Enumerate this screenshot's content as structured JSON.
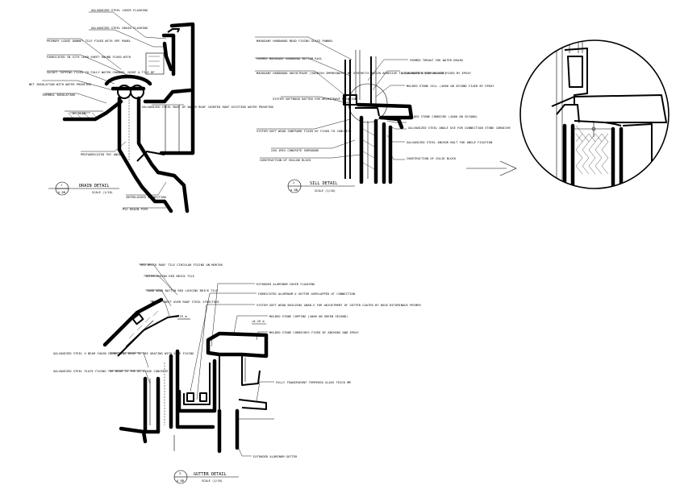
{
  "drain_detail": {
    "title": "DRAIN DETAIL",
    "scale": "SCALE (1/10)",
    "callout_num": "1",
    "callout_ref": "A 8B",
    "labels": [
      "GALVANIZED STEEL COVER FLASHING",
      "GALVANIZED STEEL DRAIN FLASHING",
      "PRIMARY LOOSE DOWNET TILE FIXED WITH SPE PANEL",
      "FABRICATED IN SITE LEAD SHEET ROUND FIXED WITH",
      "SOCKET TOPPING FIXED TO FULLY WATER CHANNEL JOINT & TILE DP",
      "NET INSULATION WITH WATER PROOFING",
      "THERMAL INSULATION",
      "RC SLAB",
      "GALVANIZED STEEL BASE OF WATER ROOF JOINTED ROOF EXISTING WATER PROOFING",
      "PREFABRICATED PVC ANGLE",
      "INTERLOCKED CONNECTION",
      "PVC DRAIN PIPE"
    ]
  },
  "sill_detail": {
    "title": "SILL DETAIL",
    "scale": "SCALE (1/10)",
    "callout_num": "2",
    "callout_ref": "A 8B",
    "labels_left": [
      "MAHOGANY HARDWOOD BEAD FIXING GLASS PANNEL",
      "FORMED MAHOGANY HARDWOOD BOTTOM RAIL",
      "MAHOGANY HARDWOOD ARCHITRAVE (VARNISH IMPREGNATED BY SYNTHETIC-RESIN ADHESIVE TO THE BATTEN (SERVE LESS)",
      "SYSTEM SOFTWOOD BATTEN FOR ARCHITRAVE FIXATION",
      "SYSTEM SOFT WOOD SUBFRAME FIXED BY FIXED TO CONCRETE",
      "240.1MCS CONCRETE SURROUND",
      "CONSTRUCTION OF HOLLOW BLOCK"
    ],
    "labels_right": [
      "FORMED THROAT FOR WATER DRAIN",
      "GALVANIZED STEEL ANCHOR FIXED BY EPOXY",
      "MOLDED STONE SILL (4000 ON SECOND FIXED BY EPOXY",
      "MOLDED STONE CORNICHE (4000 ON SECOND)",
      "GALVANIZED STEEL ANGLE USE FOR CONNECTION STONE CORNICHE",
      "GALVANIZED STEEL ANCHOR BOLT FOR ANGLE FIXATION",
      "CONSTRUCTION OF SOLID BLOCK"
    ]
  },
  "gutter_detail": {
    "title": "GUTTER DETAIL",
    "scale": "SCALE (1/10)",
    "callout_num": "3",
    "callout_ref": "A 8B",
    "labels_left": [
      "RED BRICK ROOF TILE CIRCULAR FIXING ON MORTAR",
      "INTERLOCKING RED BRICK TILE",
      "SAND WOOD BATTEN RED LOCKING BRICK TILE",
      "METAL SHEET OVER ROOF STEEL STRUCTURE",
      "GALVANIZED STEEL U BEAM CHAIN CONNECTING BEAM TO THE GRATING WITH SOME FIXING",
      "GALVANIZED STEEL PLATE FIXING THE BEAM TO THE GP-STAGE CONCRETE"
    ],
    "labels_right": [
      "EXTRUDED ALUMINUM COVER FLASHING",
      "FABRICATED ALUMINUM U GUTTER OVERLAPPED AT CONNECTION",
      "SYSTEM SOFT WOOD BUILDING GWAB-S FOR ADJUSTMENT OF GUTTER COATED BY BASE BITUMINOUS PRIMER",
      "MOLDED STONE COPPING (4000 ON GREEN SECOND)",
      "MOLDED STONE CORNICHES FIXED BY ANCHORS AND EPOXY",
      "FULLY TRANSPARENT TEMPERED GLASS THICK MM",
      "EXTRUDED ALUMINUM GUTTER"
    ],
    "dims": [
      "+9.25 m",
      "+8.25 m"
    ]
  }
}
